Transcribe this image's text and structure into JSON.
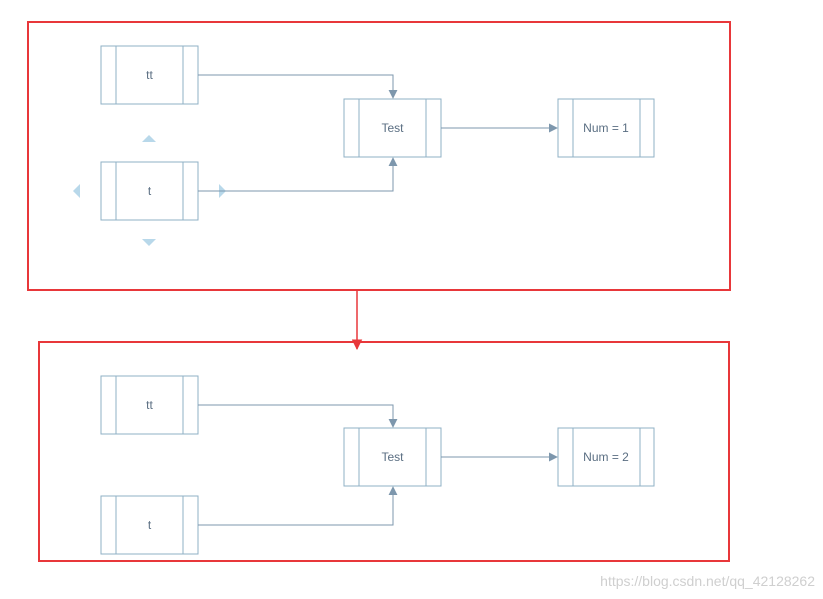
{
  "colors": {
    "frame": "#e8373a",
    "node_stroke": "#8fb0c6",
    "connector": "#7d97ad",
    "handle": "#b8d8ea",
    "label": "#5a6e82"
  },
  "panel_top": {
    "nodes": {
      "tt": "tt",
      "t": "t",
      "test": "Test",
      "num": "Num = 1"
    }
  },
  "panel_bottom": {
    "nodes": {
      "tt": "tt",
      "t": "t",
      "test": "Test",
      "num": "Num = 2"
    }
  },
  "watermark": "https://blog.csdn.net/qq_42128262"
}
